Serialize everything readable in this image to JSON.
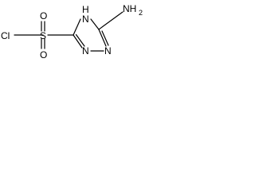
{
  "atoms": {
    "chlorine": "Cl",
    "sulfur": "S",
    "oxygen_top": "O",
    "oxygen_bottom": "O",
    "n4_h": "H",
    "n4": "N",
    "n2": "N",
    "n1": "N",
    "amino_n": "NH",
    "amino_sub": "2"
  }
}
